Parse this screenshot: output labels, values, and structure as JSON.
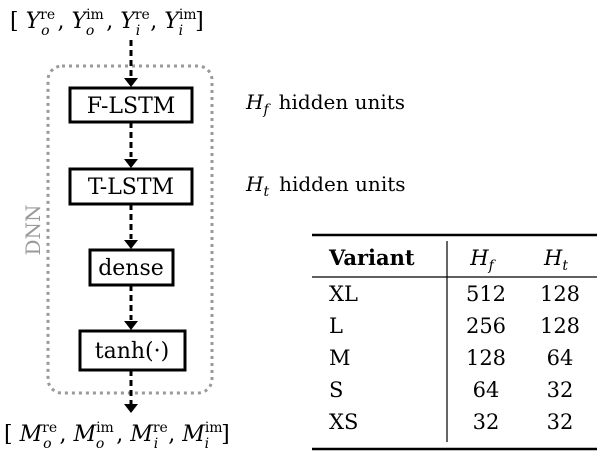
{
  "input_vector": {
    "open": "[",
    "close": "]",
    "terms": [
      {
        "base": "Y",
        "sub": "o",
        "sup": "re"
      },
      {
        "base": "Y",
        "sub": "o",
        "sup": "im"
      },
      {
        "base": "Y",
        "sub": "i",
        "sup": "re"
      },
      {
        "base": "Y",
        "sub": "i",
        "sup": "im"
      }
    ]
  },
  "output_vector": {
    "open": "[",
    "close": "]",
    "terms": [
      {
        "base": "M",
        "sub": "o",
        "sup": "re"
      },
      {
        "base": "M",
        "sub": "o",
        "sup": "im"
      },
      {
        "base": "M",
        "sub": "i",
        "sup": "re"
      },
      {
        "base": "M",
        "sub": "i",
        "sup": "im"
      }
    ]
  },
  "dnn_label": "DNN",
  "blocks": [
    {
      "id": "f-lstm",
      "label": "F-LSTM"
    },
    {
      "id": "t-lstm",
      "label": "T-LSTM"
    },
    {
      "id": "dense",
      "label": "dense"
    },
    {
      "id": "tanh",
      "label": "tanh(·)"
    }
  ],
  "annotations": [
    {
      "symbol": "H",
      "sub": "f",
      "text": "hidden units"
    },
    {
      "symbol": "H",
      "sub": "t",
      "text": "hidden units"
    }
  ],
  "table": {
    "headers": [
      {
        "text": "Variant",
        "style": "bold"
      },
      {
        "text": "H",
        "sub": "f",
        "style": "math"
      },
      {
        "text": "H",
        "sub": "t",
        "style": "math"
      }
    ],
    "rows": [
      [
        "XL",
        "512",
        "128"
      ],
      [
        "L",
        "256",
        "128"
      ],
      [
        "M",
        "128",
        "64"
      ],
      [
        "S",
        "64",
        "32"
      ],
      [
        "XS",
        "32",
        "32"
      ]
    ]
  }
}
